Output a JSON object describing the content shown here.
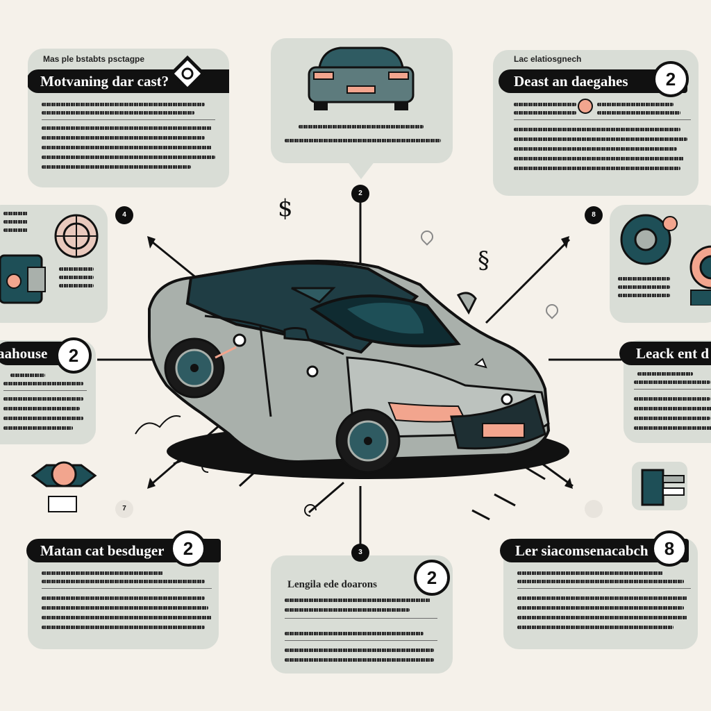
{
  "panels": {
    "top_left": {
      "kicker": "Mas ple bstabts psctagpe",
      "title": "Motvaning dar cast?",
      "badge_icon": "diamond-target-icon"
    },
    "top_right": {
      "kicker": "Lac elatiosgnech",
      "title": "Deast an daegahes",
      "badge": "2"
    },
    "mid_left": {
      "title": "aahouse",
      "badge": "2"
    },
    "mid_right": {
      "title": "Leack ent d"
    },
    "bottom_left": {
      "title": "Matan cat besduger",
      "badge": "2"
    },
    "bottom_center": {
      "title": "Lengila ede doarons",
      "badge": "2"
    },
    "bottom_right": {
      "title": "Ler siacomsenacabch",
      "badge": "8"
    }
  },
  "nodes": {
    "top_center": "2",
    "upper_left": "4",
    "upper_right": "8",
    "lower_left": "7",
    "bottom_center": "3"
  },
  "icons": {
    "dollar": "$",
    "section": "§"
  },
  "colors": {
    "background": "#f5f1ea",
    "panel": "#d9ddd6",
    "ink": "#111111",
    "teal": "#1e4f57",
    "car_body": "#a9b0ab",
    "accent_salmon": "#f2a58e"
  }
}
